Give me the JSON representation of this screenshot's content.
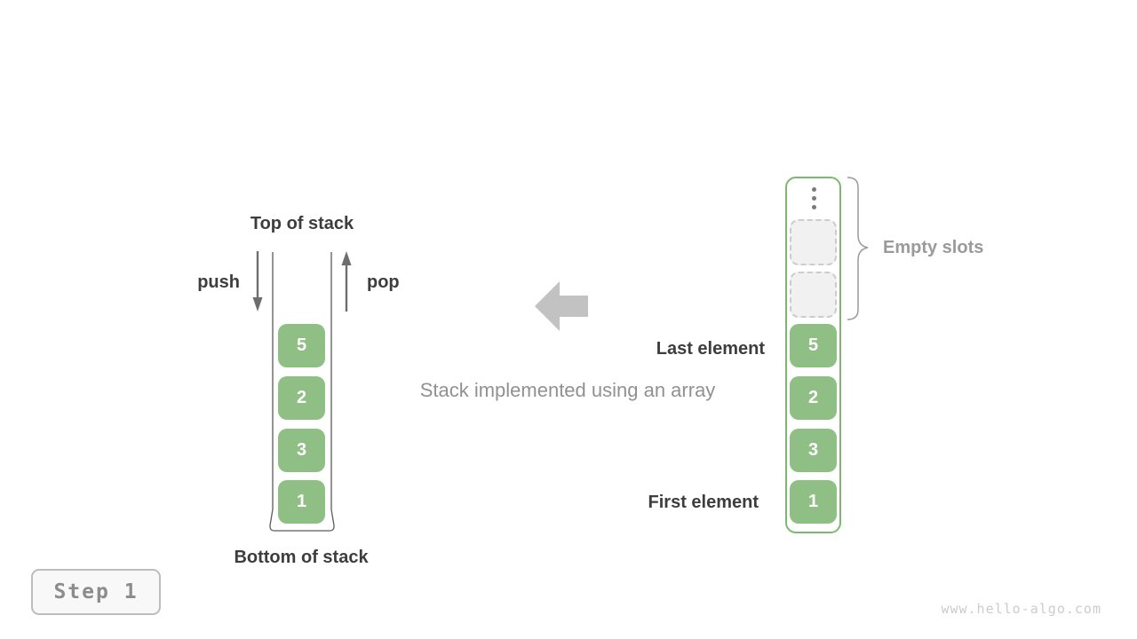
{
  "figure": {
    "title_hint": "Stack vs array implementation diagram",
    "colors": {
      "block_green": "#8fbf85",
      "array_border_green": "#7ab96e",
      "empty_slot_fill": "#f1f1f1",
      "empty_slot_border": "#cccccc",
      "dark_text": "#3d3d3d",
      "gray_text": "#919191",
      "arrow_gray": "#c2c2c2",
      "stack_outline": "#5a5a5a"
    },
    "left_stack": {
      "top_label": "Top of stack",
      "push_label": "push",
      "pop_label": "pop",
      "bottom_label": "Bottom of stack",
      "blocks": [
        "5",
        "2",
        "3",
        "1"
      ]
    },
    "center": {
      "caption": "Stack implemented using an array",
      "arrow_icon": "left-block-arrow"
    },
    "right_array": {
      "ellipsis_icon": "vertical-ellipsis",
      "empty_slot_count": 2,
      "empty_slots_label": "Empty slots",
      "last_element_label": "Last element",
      "first_element_label": "First element",
      "blocks": [
        "5",
        "2",
        "3",
        "1"
      ]
    },
    "footer": {
      "step_label": "Step 1",
      "watermark": "www.hello-algo.com"
    }
  }
}
